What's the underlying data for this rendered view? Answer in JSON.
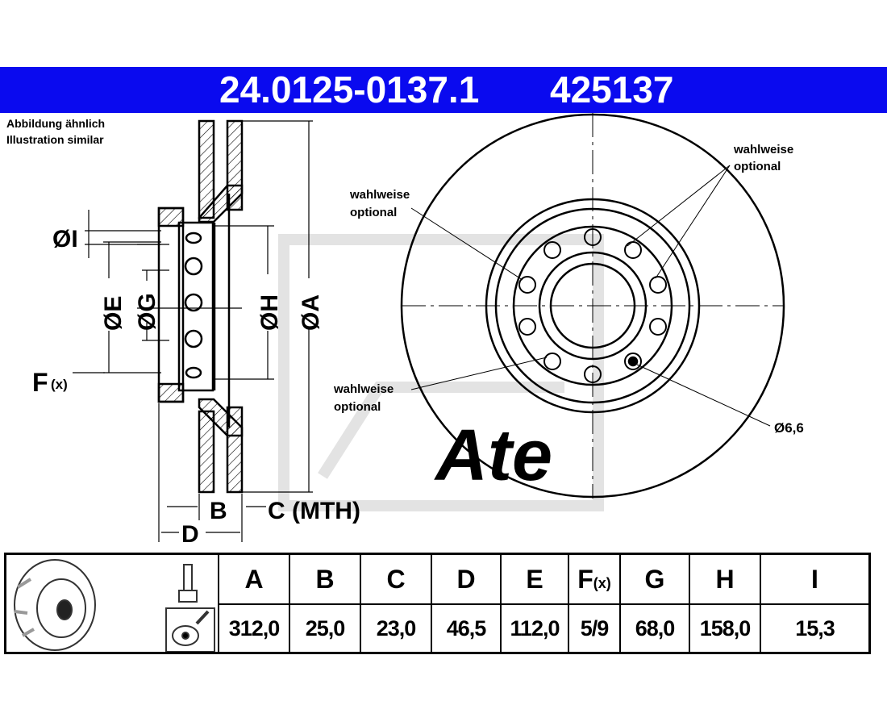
{
  "header": {
    "article_number": "24.0125-0137.1",
    "short_number": "425137",
    "bar_color": "#0a0aef"
  },
  "note": {
    "line1": "Abbildung ähnlich",
    "line2": "Illustration similar"
  },
  "side_view_labels": {
    "I": "ØI",
    "E": "ØE",
    "G": "ØG",
    "H": "ØH",
    "A": "ØA",
    "F": "F",
    "F_sub": "(x)",
    "B": "B",
    "C": "C (MTH)",
    "D": "D"
  },
  "front_view_labels": {
    "optional_top_right": [
      "wahlweise",
      "optional"
    ],
    "optional_left": [
      "wahlweise",
      "optional"
    ],
    "optional_bottom_left": [
      "wahlweise",
      "optional"
    ],
    "hole_diameter": "Ø6,6"
  },
  "table": {
    "headers": [
      "A",
      "B",
      "C",
      "D",
      "E",
      "F",
      "G",
      "H",
      "I"
    ],
    "f_sub": "(x)",
    "values": [
      "312,0",
      "25,0",
      "23,0",
      "46,5",
      "112,0",
      "5/9",
      "68,0",
      "158,0",
      "15,3"
    ]
  }
}
